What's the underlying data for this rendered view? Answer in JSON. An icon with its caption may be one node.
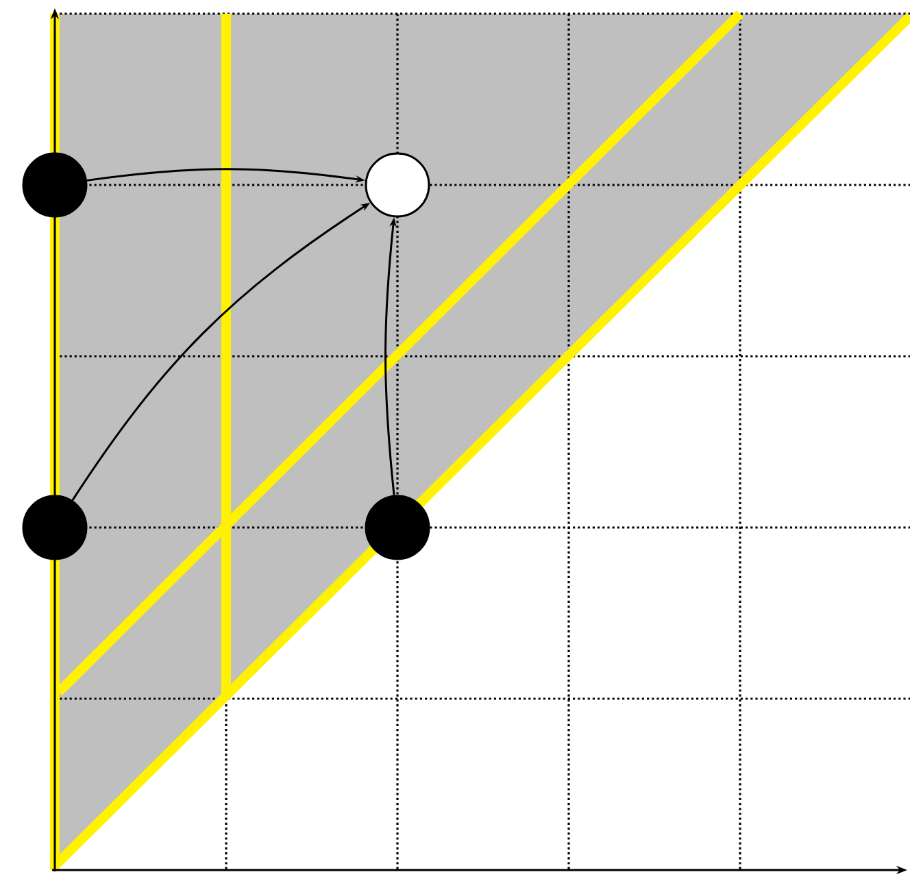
{
  "diagram": {
    "nodes": [
      {
        "text": [],
        "shape": "circle"
      },
      {
        "text": [],
        "shape": "circle"
      },
      {
        "text": [],
        "shape": "circle"
      },
      {
        "text": [],
        "shape": "circle"
      }
    ],
    "edges": [
      {
        "from": 0,
        "to": 3,
        "arrow": "to"
      },
      {
        "from": 1,
        "to": 3,
        "arrow": "to"
      },
      {
        "from": 2,
        "to": 3,
        "arrow": "to"
      }
    ]
  }
}
